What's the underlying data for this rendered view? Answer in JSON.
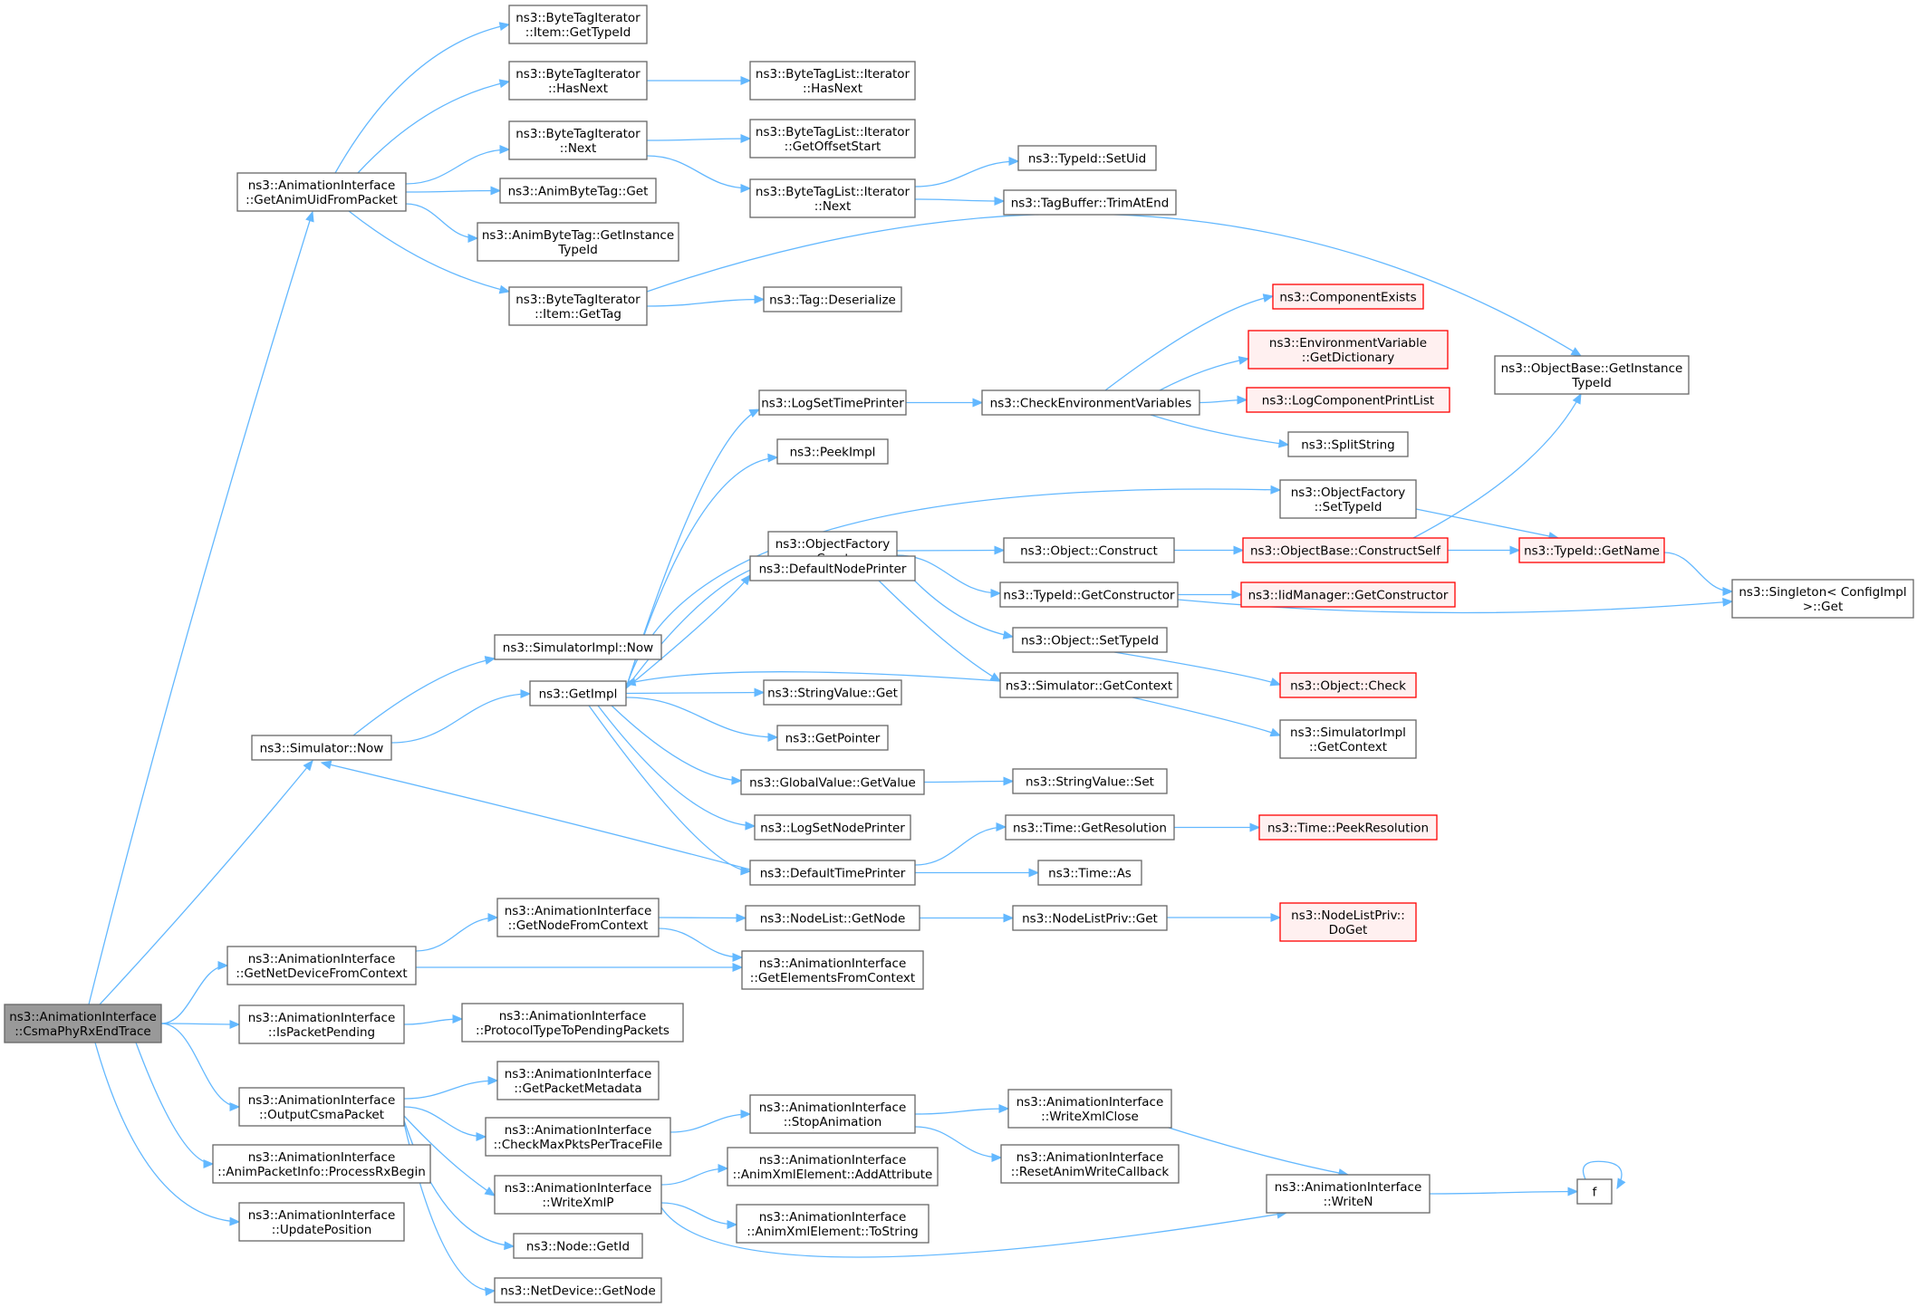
{
  "colors": {
    "edge": "#63b8ff",
    "node_border": "#666666",
    "root_fill": "#999999",
    "red_border": "#ff0000",
    "red_fill": "#fff0f0"
  },
  "nodes": {
    "root": {
      "lines": [
        "ns3::AnimationInterface",
        "::CsmaPhyRxEndTrace"
      ]
    },
    "getAnimUid": {
      "lines": [
        "ns3::AnimationInterface",
        "::GetAnimUidFromPacket"
      ]
    },
    "simNow": {
      "lines": [
        "ns3::Simulator::Now"
      ]
    },
    "getNetDev": {
      "lines": [
        "ns3::AnimationInterface",
        "::GetNetDeviceFromContext"
      ]
    },
    "isPktPending": {
      "lines": [
        "ns3::AnimationInterface",
        "::IsPacketPending"
      ]
    },
    "outputCsma": {
      "lines": [
        "ns3::AnimationInterface",
        "::OutputCsmaPacket"
      ]
    },
    "processRx": {
      "lines": [
        "ns3::AnimationInterface",
        "::AnimPacketInfo::ProcessRxBegin"
      ]
    },
    "updatePos": {
      "lines": [
        "ns3::AnimationInterface",
        "::UpdatePosition"
      ]
    },
    "btiItemTypeId": {
      "lines": [
        "ns3::ByteTagIterator",
        "::Item::GetTypeId"
      ]
    },
    "btiHasNext": {
      "lines": [
        "ns3::ByteTagIterator",
        "::HasNext"
      ]
    },
    "btiNext": {
      "lines": [
        "ns3::ByteTagIterator",
        "::Next"
      ]
    },
    "abtGet": {
      "lines": [
        "ns3::AnimByteTag::Get"
      ]
    },
    "abtGetInst": {
      "lines": [
        "ns3::AnimByteTag::GetInstance",
        "TypeId"
      ]
    },
    "btiItemGetTag": {
      "lines": [
        "ns3::ByteTagIterator",
        "::Item::GetTag"
      ]
    },
    "simImplNow": {
      "lines": [
        "ns3::SimulatorImpl::Now"
      ]
    },
    "getImpl": {
      "lines": [
        "ns3::GetImpl"
      ]
    },
    "getNodeFromCtx": {
      "lines": [
        "ns3::AnimationInterface",
        "::GetNodeFromContext"
      ]
    },
    "protoType": {
      "lines": [
        "ns3::AnimationInterface",
        "::ProtocolTypeToPendingPackets"
      ]
    },
    "getPktMeta": {
      "lines": [
        "ns3::AnimationInterface",
        "::GetPacketMetadata"
      ]
    },
    "checkMax": {
      "lines": [
        "ns3::AnimationInterface",
        "::CheckMaxPktsPerTraceFile"
      ]
    },
    "writeXmlP": {
      "lines": [
        "ns3::AnimationInterface",
        "::WriteXmlP"
      ]
    },
    "nodeGetId": {
      "lines": [
        "ns3::Node::GetId"
      ]
    },
    "netDevGetNode": {
      "lines": [
        "ns3::NetDevice::GetNode"
      ]
    },
    "btlHasNext": {
      "lines": [
        "ns3::ByteTagList::Iterator",
        "::HasNext"
      ]
    },
    "btlOffset": {
      "lines": [
        "ns3::ByteTagList::Iterator",
        "::GetOffsetStart"
      ]
    },
    "btlNext": {
      "lines": [
        "ns3::ByteTagList::Iterator",
        "::Next"
      ]
    },
    "tagDeser": {
      "lines": [
        "ns3::Tag::Deserialize"
      ]
    },
    "logSetTime": {
      "lines": [
        "ns3::LogSetTimePrinter"
      ]
    },
    "peekImpl": {
      "lines": [
        "ns3::PeekImpl"
      ]
    },
    "objFactCreate": {
      "lines": [
        "ns3::ObjectFactory",
        "::Create"
      ]
    },
    "defNodePrinter": {
      "lines": [
        "ns3::DefaultNodePrinter"
      ]
    },
    "strValGet": {
      "lines": [
        "ns3::StringValue::Get"
      ]
    },
    "getPointer": {
      "lines": [
        "ns3::GetPointer"
      ]
    },
    "gvGetValue": {
      "lines": [
        "ns3::GlobalValue::GetValue"
      ]
    },
    "logSetNode": {
      "lines": [
        "ns3::LogSetNodePrinter"
      ]
    },
    "defTimePrinter": {
      "lines": [
        "ns3::DefaultTimePrinter"
      ]
    },
    "nlGetNode": {
      "lines": [
        "ns3::NodeList::GetNode"
      ]
    },
    "getElements": {
      "lines": [
        "ns3::AnimationInterface",
        "::GetElementsFromContext"
      ]
    },
    "stopAnim": {
      "lines": [
        "ns3::AnimationInterface",
        "::StopAnimation"
      ]
    },
    "addAttr": {
      "lines": [
        "ns3::AnimationInterface",
        "::AnimXmlElement::AddAttribute"
      ]
    },
    "toString": {
      "lines": [
        "ns3::AnimationInterface",
        "::AnimXmlElement::ToString"
      ]
    },
    "typeIdSetUid": {
      "lines": [
        "ns3::TypeId::SetUid"
      ]
    },
    "tagBufTrim": {
      "lines": [
        "ns3::TagBuffer::TrimAtEnd"
      ]
    },
    "checkEnv": {
      "lines": [
        "ns3::CheckEnvironmentVariables"
      ]
    },
    "objConstruct": {
      "lines": [
        "ns3::Object::Construct"
      ]
    },
    "typeIdGetCtor": {
      "lines": [
        "ns3::TypeId::GetConstructor"
      ]
    },
    "objSetTypeId": {
      "lines": [
        "ns3::Object::SetTypeId"
      ]
    },
    "simGetContext": {
      "lines": [
        "ns3::Simulator::GetContext"
      ]
    },
    "strValSet": {
      "lines": [
        "ns3::StringValue::Set"
      ]
    },
    "timeGetRes": {
      "lines": [
        "ns3::Time::GetResolution"
      ]
    },
    "timeAs": {
      "lines": [
        "ns3::Time::As"
      ]
    },
    "nlpGet": {
      "lines": [
        "ns3::NodeListPriv::Get"
      ]
    },
    "writeXmlClose": {
      "lines": [
        "ns3::AnimationInterface",
        "::WriteXmlClose"
      ]
    },
    "resetAnim": {
      "lines": [
        "ns3::AnimationInterface",
        "::ResetAnimWriteCallback"
      ]
    },
    "compExists": {
      "lines": [
        "ns3::ComponentExists"
      ]
    },
    "envGetDict": {
      "lines": [
        "ns3::EnvironmentVariable",
        "::GetDictionary"
      ]
    },
    "logCompPrint": {
      "lines": [
        "ns3::LogComponentPrintList"
      ]
    },
    "splitString": {
      "lines": [
        "ns3::SplitString"
      ]
    },
    "ofSetTypeId": {
      "lines": [
        "ns3::ObjectFactory",
        "::SetTypeId"
      ]
    },
    "obConstructSelf": {
      "lines": [
        "ns3::ObjectBase::ConstructSelf"
      ]
    },
    "iidGetCtor": {
      "lines": [
        "ns3::IidManager::GetConstructor"
      ]
    },
    "objCheck": {
      "lines": [
        "ns3::Object::Check"
      ]
    },
    "simImplGetCtx": {
      "lines": [
        "ns3::SimulatorImpl",
        "::GetContext"
      ]
    },
    "timePeekRes": {
      "lines": [
        "ns3::Time::PeekResolution"
      ]
    },
    "nlpDoGet": {
      "lines": [
        "ns3::NodeListPriv::",
        "DoGet"
      ]
    },
    "writeN": {
      "lines": [
        "ns3::AnimationInterface",
        "::WriteN"
      ]
    },
    "obGetInst": {
      "lines": [
        "ns3::ObjectBase::GetInstance",
        "TypeId"
      ]
    },
    "typeIdGetName": {
      "lines": [
        "ns3::TypeId::GetName"
      ]
    },
    "singletonGet": {
      "lines": [
        "ns3::Singleton< ConfigImpl",
        " >::Get"
      ]
    },
    "fFunc": {
      "lines": [
        "f"
      ]
    }
  }
}
